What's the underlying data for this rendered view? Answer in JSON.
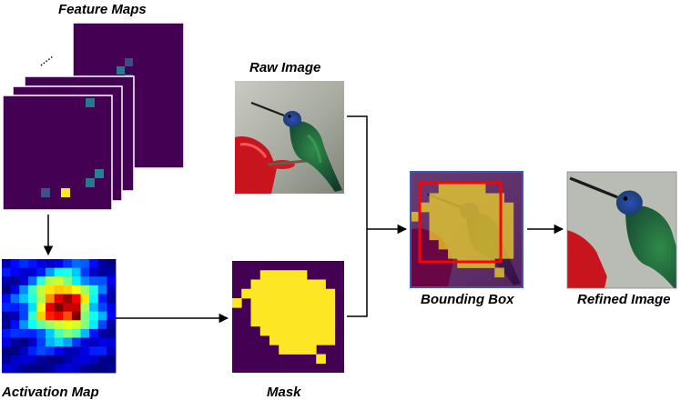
{
  "labels": {
    "feature_maps": "Feature Maps",
    "raw_image": "Raw Image",
    "activation_map": "Activation Map",
    "mask": "Mask",
    "bounding_box": "Bounding Box",
    "refined_image": "Refined Image"
  },
  "colors": {
    "feature_bg": "#440154",
    "mask_yellow": "#fde725",
    "bbox_border": "#ff0000",
    "panel_border": "#3b5ba8",
    "arrow": "#000000"
  },
  "icons": {
    "bird": "hummingbird-photo"
  }
}
